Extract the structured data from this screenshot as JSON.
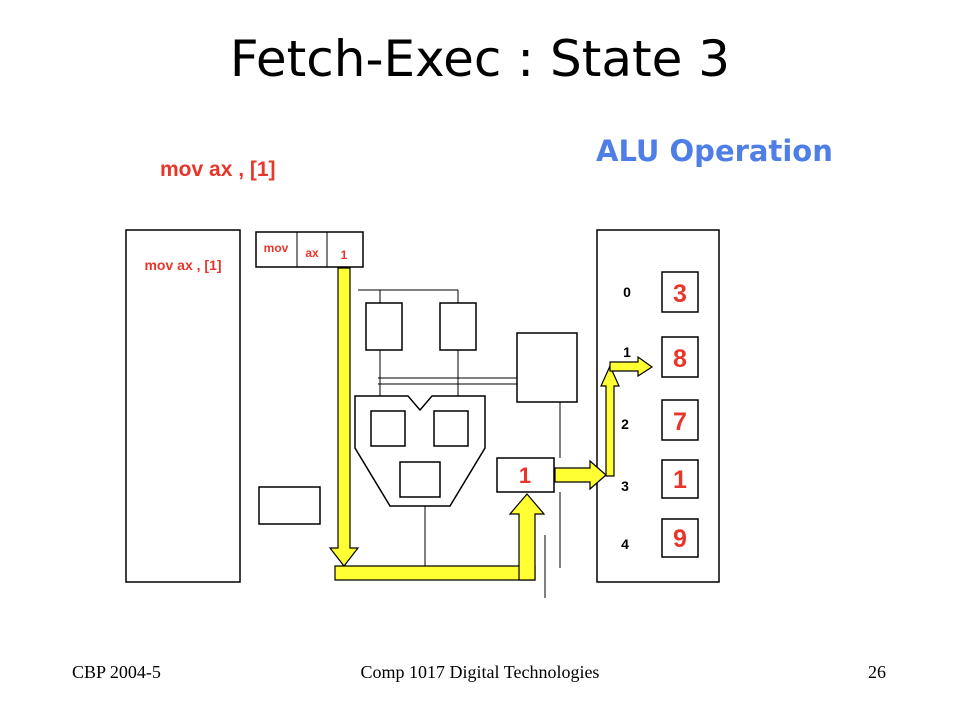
{
  "slide": {
    "title": "Fetch-Exec : State 3",
    "subtitle": "ALU Operation",
    "instruction": "mov ax , [1]"
  },
  "diagram": {
    "cpu_program_label": "mov ax , [1]",
    "instruction_register": {
      "op": "mov",
      "reg": "ax",
      "addr": "1"
    },
    "address_register_value": "1",
    "memory": {
      "addresses": [
        "0",
        "1",
        "2",
        "3",
        "4"
      ],
      "values": [
        "3",
        "8",
        "7",
        "1",
        "9"
      ]
    },
    "colors": {
      "bus": "#ffff33",
      "value_text": "#e8362b",
      "subtitle": "#4f7fe6"
    }
  },
  "footer": {
    "left": "CBP 2004-5",
    "center": "Comp 1017 Digital Technologies",
    "right": "26"
  }
}
